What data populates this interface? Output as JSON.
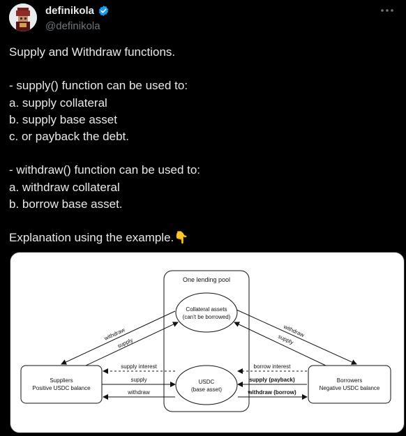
{
  "author": {
    "display_name": "definikola",
    "handle": "@definikola",
    "avatar_icon": "pixel-avatar-icon",
    "verified_icon": "verified-badge-icon"
  },
  "more_icon": "more-options-icon",
  "tweet": {
    "lines": [
      "Supply and Withdraw functions.",
      "",
      "- supply() function can be used to:",
      "a. supply collateral",
      "b. supply base asset",
      "c. or payback the debt.",
      "",
      "- withdraw() function can be used to:",
      "a. withdraw collateral",
      "b. borrow base asset.",
      "",
      "Explanation using the example."
    ],
    "emoji": "👇"
  },
  "diagram": {
    "pool_title": "One lending pool",
    "collateral_line1": "Collateral assets",
    "collateral_line2": "(can't be borrowed)",
    "usdc_line1": "USDC",
    "usdc_line2": "(base asset)",
    "suppliers_line1": "Suppliers",
    "suppliers_line2": "Positive USDC balance",
    "borrowers_line1": "Borrowers",
    "borrowers_line2": "Negative USDC balance",
    "left_withdraw_diag": "withdraw",
    "left_supply_diag": "supply",
    "right_withdraw_diag": "withdraw",
    "right_supply_diag": "supply",
    "supply_interest": "supply interest",
    "supply": "supply",
    "withdraw": "withdraw",
    "borrow_interest": "borrow interest",
    "supply_payback": "supply (payback)",
    "withdraw_borrow": "withdraw (borrow)"
  },
  "colors": {
    "background": "#000000",
    "text": "#e7e9ea",
    "muted": "#71767b",
    "verified": "#1d9bf0"
  }
}
